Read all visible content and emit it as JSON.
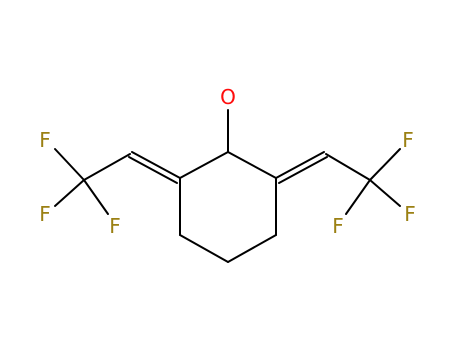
{
  "colors": {
    "background": "#ffffff",
    "bond": "#000000",
    "oxygen": "#ff0d0d",
    "fluorine": "#9b8013"
  },
  "atoms": {
    "o1": "O",
    "f1": "F",
    "f2": "F",
    "f3": "F",
    "f4": "F",
    "f5": "F",
    "f6": "F"
  }
}
